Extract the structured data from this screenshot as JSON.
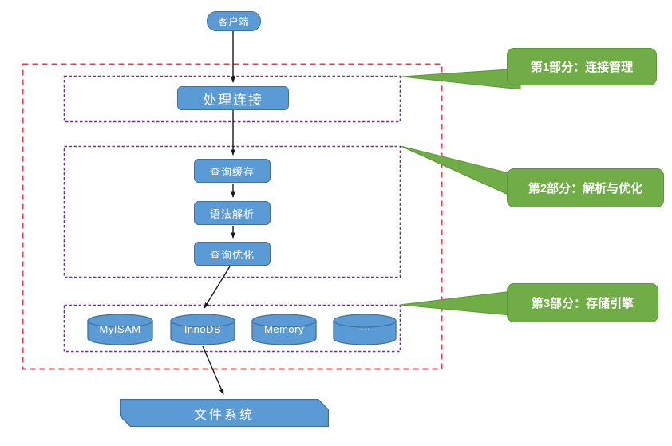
{
  "nodes": {
    "client": "客户端",
    "handle_connection": "处理连接",
    "query_cache": "查询缓存",
    "parser": "语法解析",
    "optimizer": "查询优化",
    "file_system": "文件系统"
  },
  "engines": [
    {
      "label": "MyISAM"
    },
    {
      "label": "InnoDB"
    },
    {
      "label": "Memory"
    },
    {
      "label": "···"
    }
  ],
  "callouts": [
    {
      "label": "第1部分：连接管理"
    },
    {
      "label": "第2部分：解析与优化"
    },
    {
      "label": "第3部分：存储引擎"
    }
  ],
  "colors": {
    "node_fill": "#5b9bd5",
    "node_border": "#41719c",
    "callout_fill": "#70ad47",
    "callout_border": "#5a9638",
    "region_outer_red": "#ee3a4c",
    "region_inner_purple": "#7030a0",
    "arrow": "#1a1a1a"
  }
}
